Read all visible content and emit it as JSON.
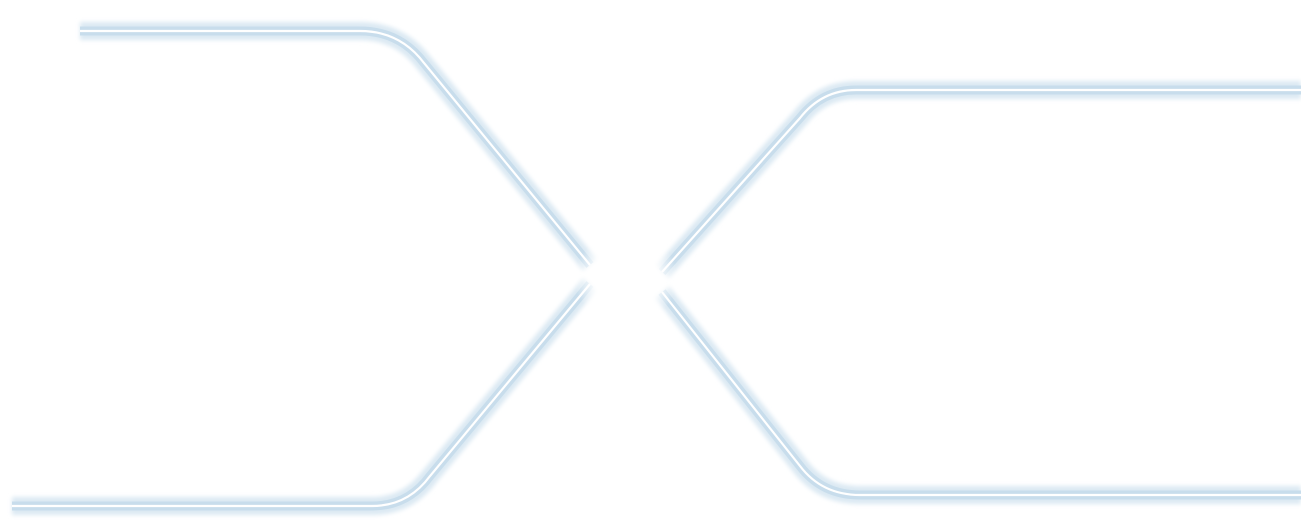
{
  "graphic": {
    "background_color": "#ffffff",
    "line_outer_color": "#dbe9f3",
    "line_mid_color": "#c6dceb",
    "line_core_color": "#ffffff",
    "center_glow_color": "#ffffff",
    "lines": [
      {
        "name": "upper-left-line",
        "direction": "left-to-center"
      },
      {
        "name": "lower-left-line",
        "direction": "left-to-center"
      },
      {
        "name": "upper-right-line",
        "direction": "right-to-center"
      },
      {
        "name": "lower-right-line",
        "direction": "right-to-center"
      }
    ]
  }
}
